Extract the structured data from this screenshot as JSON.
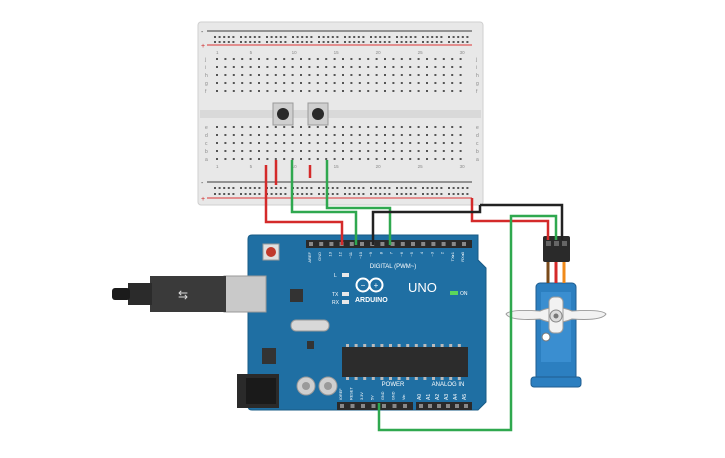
{
  "breadboard": {
    "rail_minus": "-",
    "rail_plus": "+",
    "row_letters_top": [
      "j",
      "i",
      "h",
      "g",
      "f"
    ],
    "row_letters_bottom": [
      "e",
      "d",
      "c",
      "b",
      "a"
    ],
    "column_numbers": [
      "1",
      "5",
      "10",
      "15",
      "20",
      "25",
      "30"
    ]
  },
  "arduino": {
    "brand_text": "ARDUINO",
    "model_text": "UNO",
    "digital_header_label": "DIGITAL (PWM~)",
    "power_header_label": "POWER",
    "analog_header_label": "ANALOG IN",
    "on_led_label": "ON",
    "l_led_label": "L",
    "tx_led_label": "TX",
    "rx_led_label": "RX",
    "digital_pins": [
      "AREF",
      "GND",
      "13",
      "12",
      "~11",
      "~10",
      "~9",
      "8",
      "7",
      "~6",
      "~5",
      "4",
      "~3",
      "2",
      "TX▸1",
      "RX◂0"
    ],
    "power_pins": [
      "IOREF",
      "RESET",
      "3.3V",
      "5V",
      "GND",
      "GND",
      "Vin"
    ],
    "analog_pins": [
      "A0",
      "A1",
      "A2",
      "A3",
      "A4",
      "A5"
    ]
  },
  "colors": {
    "board_blue": "#1f6fa3",
    "wire_red": "#d42a2a",
    "wire_green": "#2fa84f",
    "wire_black": "#222222",
    "servo_blue": "#2c7fc0"
  }
}
